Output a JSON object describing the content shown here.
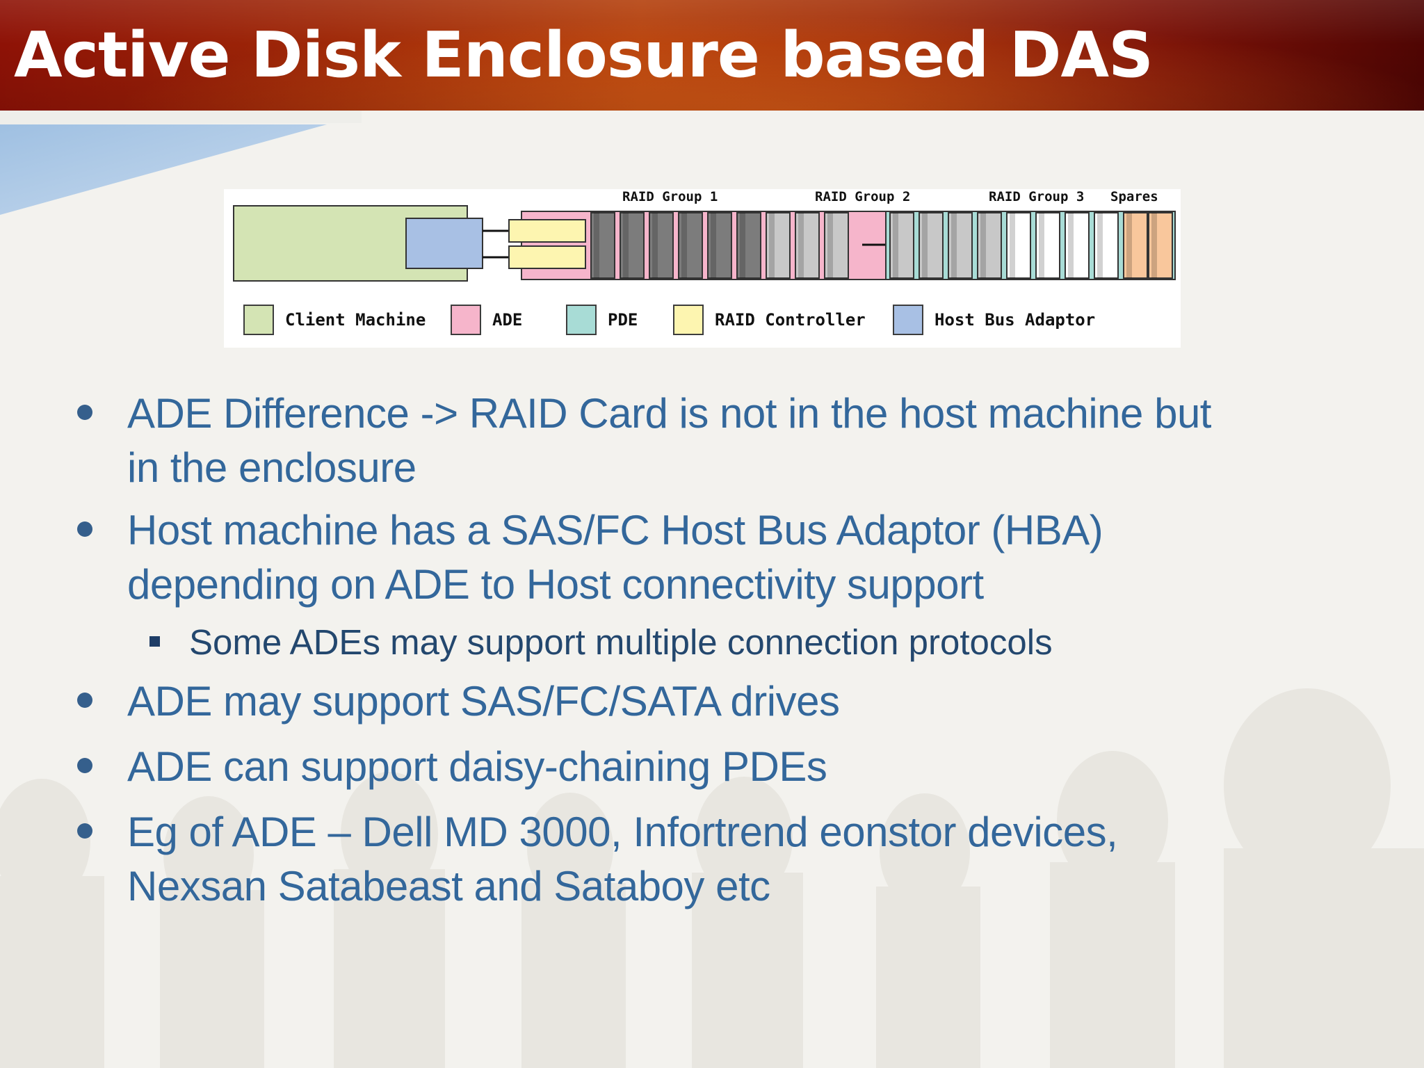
{
  "slide": {
    "title": "Active Disk Enclosure based DAS"
  },
  "diagram": {
    "group_labels": [
      "RAID Group 1",
      "RAID Group 2",
      "RAID Group 3",
      "Spares"
    ],
    "legend": [
      {
        "label": "Client Machine",
        "color": "#d4e4b4"
      },
      {
        "label": "ADE",
        "color": "#f6b5cb"
      },
      {
        "label": "PDE",
        "color": "#a8dcd6"
      },
      {
        "label": "RAID Controller",
        "color": "#fdf5b0"
      },
      {
        "label": "Host Bus Adaptor",
        "color": "#a8c0e4"
      }
    ],
    "drive_colors": {
      "raid_dark": "#7c7c7c",
      "raid_light": "#c8c8c8",
      "empty": "#ffffff",
      "spare": "#f9c79c"
    }
  },
  "bullets": [
    {
      "lines": [
        "ADE Difference -> RAID Card is not in the host machine but",
        "in the enclosure"
      ]
    },
    {
      "lines": [
        "Host machine has a SAS/FC Host Bus Adaptor (HBA)",
        "depending on ADE to Host connectivity support"
      ],
      "sub": [
        "Some ADEs may support multiple connection protocols"
      ]
    },
    {
      "lines": [
        "ADE may support SAS/FC/SATA drives"
      ]
    },
    {
      "lines": [
        "ADE can support daisy-chaining PDEs"
      ]
    },
    {
      "lines": [
        "Eg of ADE – Dell MD 3000, Infortrend eonstor devices,",
        "Nexsan Satabeast and Sataboy etc"
      ]
    }
  ],
  "colors": {
    "title_text": "#ffffff",
    "bullet_text": "#33679b",
    "sub_text": "#23476e"
  }
}
